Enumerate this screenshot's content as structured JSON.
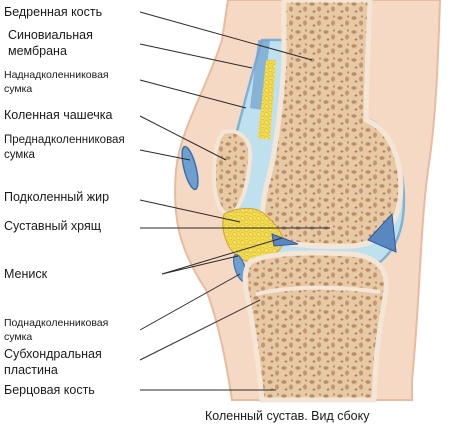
{
  "labels": {
    "femur": "Бедренная кость",
    "synovial_line1": "Синовиальная",
    "synovial_line2": "мембрана",
    "suprapatellar_line1": "Наднадколенниковая",
    "suprapatellar_line2": "сумка",
    "patella": "Коленная чашечка",
    "prepatellar_line1": "Преднадколенниковая",
    "prepatellar_line2": "сумка",
    "fat_pad": "Подколенный жир",
    "cartilage": "Суставный хрящ",
    "meniscus": "Мениск",
    "infrapatellar_line1": "Поднадколенниковая",
    "infrapatellar_line2": "сумка",
    "subchondral_line1": "Субхондральная",
    "subchondral_line2": "пластина",
    "tibia": "Берцовая кость"
  },
  "caption": "Коленный сустав. Вид сбоку",
  "colors": {
    "skin": "#f6d9c4",
    "skin_edge": "#e8bba0",
    "bone": "#e8c9a6",
    "bone_pore": "#b98c63",
    "cortex": "#f3e6d6",
    "synovial_fluid": "#bfe0ef",
    "bursa": "#6f9fd0",
    "fat": "#f0d84a",
    "leader_line": "#2b2b2b"
  }
}
